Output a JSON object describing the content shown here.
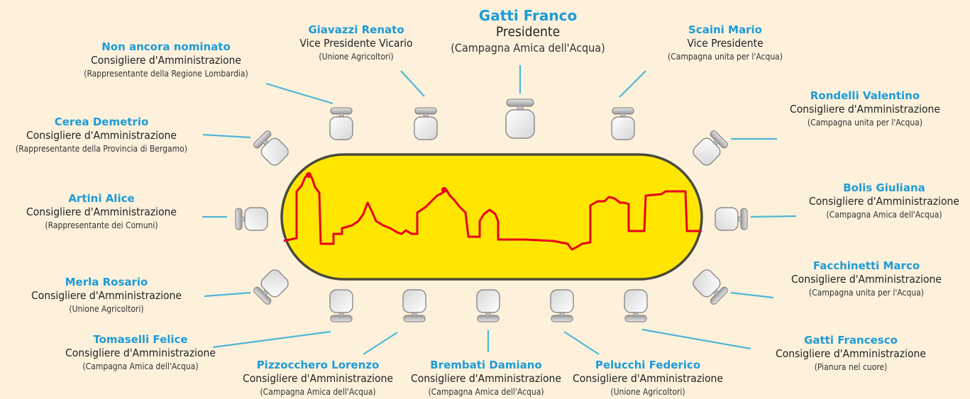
{
  "members": [
    {
      "name": "Gatti Franco",
      "role": "Presidente",
      "org": "(Campagna Amica dell'Acqua)"
    },
    {
      "name": "Giavazzi Renato",
      "role": "Vice Presidente Vicario",
      "org": "(Unione Agricoltori)"
    },
    {
      "name": "Scaini Mario",
      "role": "Vice Presidente",
      "org": "(Campagna unita per l'Acqua)"
    },
    {
      "name": "Non ancora nominato",
      "role": "Consigliere d'Amministrazione",
      "org": "(Rappresentante  della Regione Lombardia)"
    },
    {
      "name": "Cerea Demetrio",
      "role": "Consigliere d'Amministrazione",
      "org": "(Rappresentante della Provincia di Bergamo)"
    },
    {
      "name": "Artini Alice",
      "role": "Consigliere d'Amministrazione",
      "org": "(Rappresentante dei Comuni)"
    },
    {
      "name": "Merla Rosario",
      "role": "Consigliere d'Amministrazione",
      "org": "(Unione Agricoltori)"
    },
    {
      "name": "Tomaselli Felice",
      "role": "Consigliere d'Amministrazione",
      "org": "(Campagna Amica dell'Acqua)"
    },
    {
      "name": "Pizzocchero Lorenzo",
      "role": "Consigliere d'Amministrazione",
      "org": "(Campagna Amica dell'Acqua)"
    },
    {
      "name": "Brembati Damiano",
      "role": "Consigliere d'Amministrazione",
      "org": "(Campagna Amica dell'Acqua)"
    },
    {
      "name": "Pelucchi Federico",
      "role": "Consigliere d'Amministrazione",
      "org": "(Unione Agricoltori)"
    },
    {
      "name": "Gatti Francesco",
      "role": "Consigliere d'Amministrazione",
      "org": "(Pianura nel cuore)"
    },
    {
      "name": "Rondelli Valentino",
      "role": "Consigliere d'Amministrazione",
      "org": "(Campagna unita per l'Acqua)"
    },
    {
      "name": "Bolis Giuliana",
      "role": "Consigliere d'Amministrazione",
      "org": "(Campagna Amica dell'Acqua)"
    },
    {
      "name": "Facchinetti Marco",
      "role": "Consigliere d'Amministrazione",
      "org": "(Campagna unita per l'Acqua)"
    }
  ],
  "colors": {
    "background": "#fdf1dc",
    "table": "#ffe600",
    "skyline": "#e8001c",
    "connector": "#4fb7d6",
    "name": "#1e9bd7"
  }
}
